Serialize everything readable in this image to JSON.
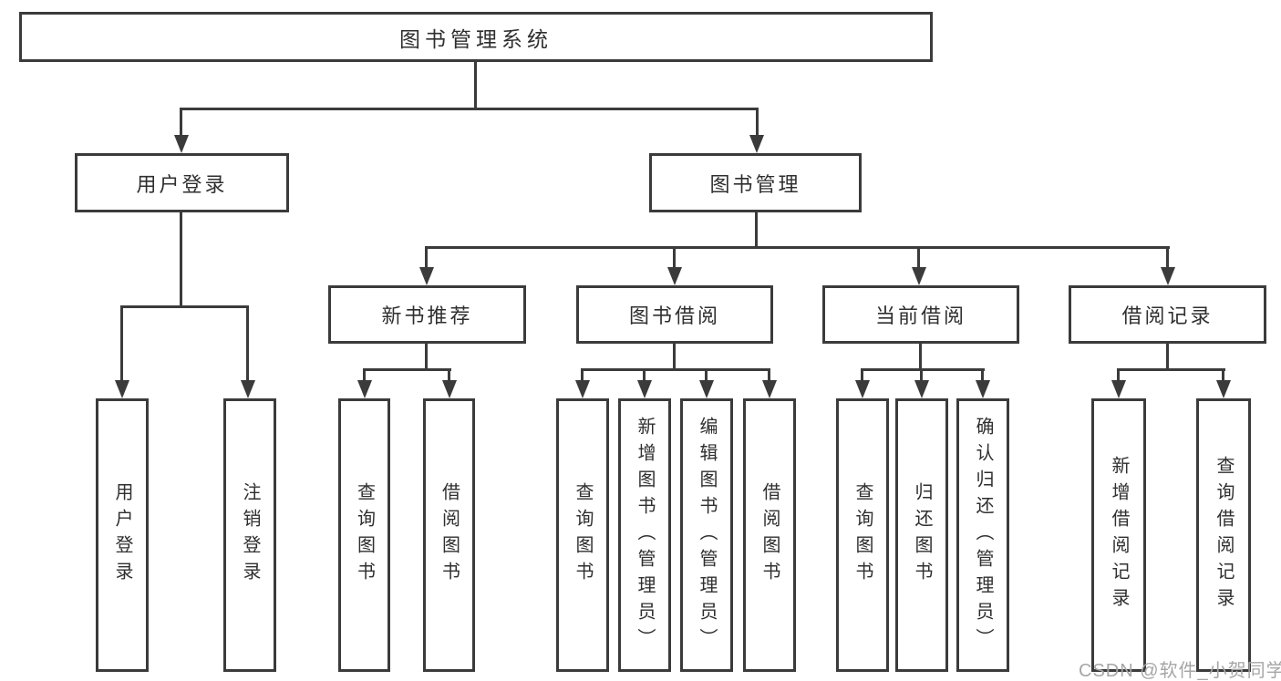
{
  "diagram": {
    "root": "图书管理系统",
    "level2": [
      "用户登录",
      "图书管理"
    ],
    "level3": [
      "新书推荐",
      "图书借阅",
      "当前借阅",
      "借阅记录"
    ],
    "leaves": {
      "user_login": [
        "用户登录",
        "注销登录"
      ],
      "new_book_recommend": [
        "查询图书",
        "借阅图书"
      ],
      "book_borrow": [
        "查询图书",
        "新增图书（管理员）",
        "编辑图书（管理员）",
        "借阅图书"
      ],
      "current_borrow": [
        "查询图书",
        "归还图书",
        "确认归还（管理员）"
      ],
      "borrow_record": [
        "新增借阅记录",
        "查询借阅记录"
      ]
    }
  },
  "watermark": "CSDN @软件_小贺同学",
  "colors": {
    "line": "#3b3b3b",
    "text": "#2f2f2f",
    "watermark": "#a6a6a6",
    "background": "#ffffff"
  }
}
